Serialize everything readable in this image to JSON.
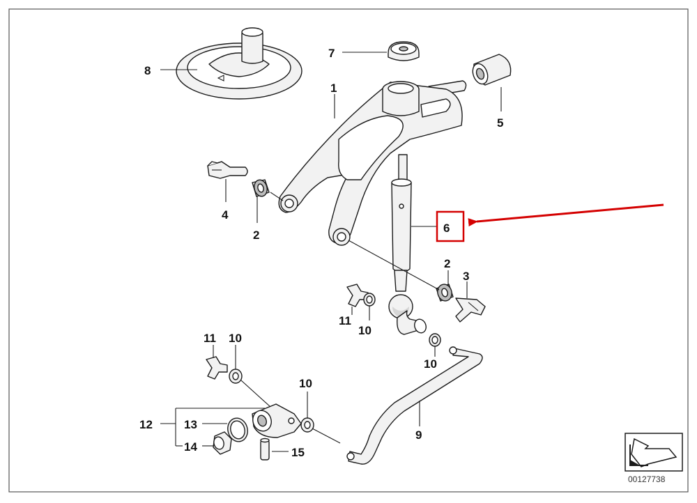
{
  "callouts": {
    "c1": "1",
    "c2a": "2",
    "c2b": "2",
    "c3": "3",
    "c4": "4",
    "c5": "5",
    "c6": "6",
    "c7": "7",
    "c8": "8",
    "c9": "9",
    "c10a": "10",
    "c10b": "10",
    "c10c": "10",
    "c10d": "10",
    "c11a": "11",
    "c11b": "11",
    "c12": "12",
    "c13": "13",
    "c14": "14",
    "c15": "15"
  },
  "drawing_number": "00127738",
  "highlight": {
    "target_callout": "6",
    "color": "#d40000"
  },
  "icons": {
    "corner_symbol": "view-direction-arrow-icon"
  }
}
